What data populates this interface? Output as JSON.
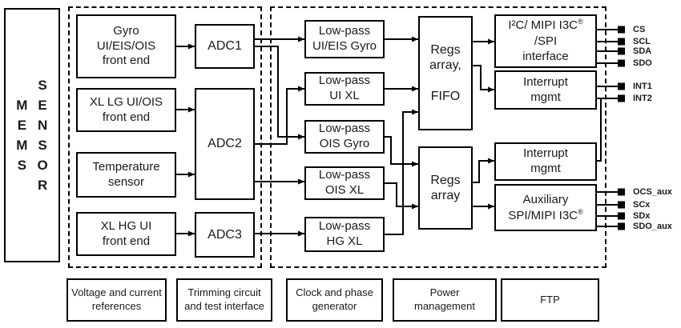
{
  "mems_sensor": {
    "word1": "M\nE\nM\nS",
    "word2": "S\nE\nN\nS\nO\nR"
  },
  "front_end_blocks": {
    "gyro": "Gyro\nUI/EIS/OIS\nfront end",
    "xl_lg": "XL LG UI/OIS\nfront end",
    "temperature": "Temperature\nsensor",
    "xl_hg": "XL HG UI\nfront end"
  },
  "adc_blocks": {
    "adc1": "ADC1",
    "adc2": "ADC2",
    "adc3": "ADC3"
  },
  "lowpass_blocks": {
    "ui_eis_gyro": "Low-pass\nUI/EIS Gyro",
    "ui_xl": "Low-pass\nUI XL",
    "ois_gyro": "Low-pass\nOIS Gyro",
    "ois_xl": "Low-pass\nOIS XL",
    "hg_xl": "Low-pass\nHG XL"
  },
  "regs_blocks": {
    "regs_fifo": "Regs\narray,\n\nFIFO",
    "regs_array": "Regs\narray"
  },
  "interface_blocks": {
    "i2c_line1_main": "I²C/ MIPI I3C",
    "i2c_line1_sup": "®",
    "i2c_line2": "/SPI",
    "i2c_line3": "interface",
    "interrupt_mgmt_1": "Interrupt\nmgmt",
    "interrupt_mgmt_2": "Interrupt\nmgmt",
    "aux_line1": "Auxiliary",
    "aux_line2_main": "SPI/MIPI I3C",
    "aux_line2_sup": "®"
  },
  "pins": {
    "spi": [
      "CS",
      "SCL",
      "SDA",
      "SDO"
    ],
    "interrupt": [
      "INT1",
      "INT2"
    ],
    "aux": [
      "OCS_aux",
      "SCx",
      "SDx",
      "SDO_aux"
    ]
  },
  "bottom_blocks": [
    "Voltage and current\nreferences",
    "Trimming circuit\nand test interface",
    "Clock and phase\ngenerator",
    "Power\nmanagement",
    "FTP"
  ],
  "colors": {
    "line": "#000000",
    "text": "#1a1a1a",
    "background": "#ffffff"
  }
}
